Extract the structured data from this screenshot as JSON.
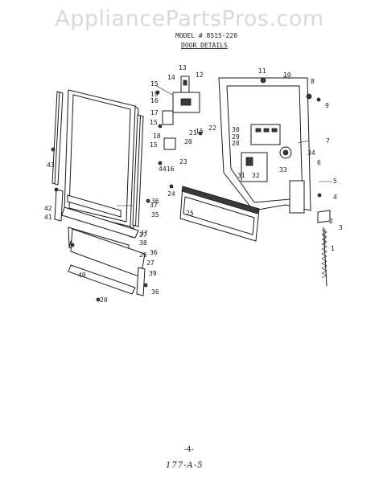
{
  "watermark": "AppliancePartsPros.com",
  "model_text": "MODEL # 8515-220",
  "heading": "DOOR DETAILS",
  "page_number": "-4-",
  "handwritten_note": "177-A-5",
  "callouts": [
    "1",
    "2",
    "3",
    "4",
    "5",
    "6",
    "7",
    "8",
    "9",
    "10",
    "11",
    "12",
    "13",
    "14",
    "15",
    "15",
    "15",
    "15",
    "16",
    "16",
    "17",
    "18",
    "19",
    "20",
    "20",
    "21",
    "22",
    "23",
    "24",
    "25",
    "26",
    "27",
    "27",
    "28",
    "29",
    "30",
    "31",
    "32",
    "33",
    "34",
    "35",
    "36",
    "36",
    "36",
    "37",
    "37",
    "38",
    "39",
    "40",
    "41",
    "42",
    "43",
    "44"
  ]
}
